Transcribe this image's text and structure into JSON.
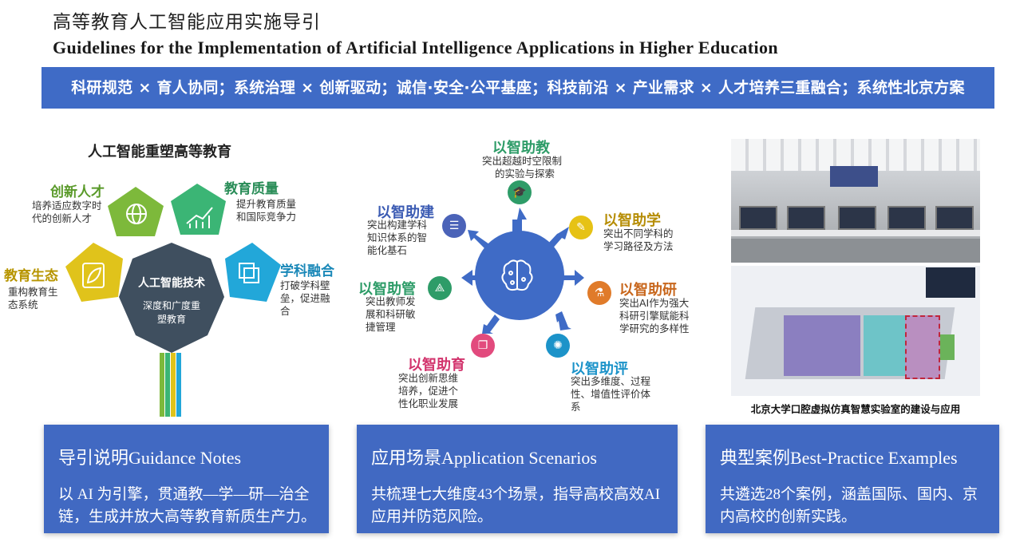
{
  "header": {
    "title_cn": "高等教育人工智能应用实施导引",
    "title_en": "Guidelines for the Implementation of Artificial Intelligence Applications in Higher Education",
    "banner": "科研规范 × 育人协同；系统治理 × 创新驱动；诚信·安全·公平基座；科技前沿 × 产业需求 × 人才培养三重融合；系统性北京方案"
  },
  "left": {
    "title": "人工智能重塑高等教育",
    "center": {
      "label": "人工智能技术",
      "desc1": "深度和广度重",
      "desc2": "塑教育"
    },
    "items": [
      {
        "label": "创新人才",
        "desc1": "培养适应数字时",
        "desc2": "代的创新人才",
        "color": "#7db93b",
        "icon": "globe-icon"
      },
      {
        "label": "教育质量",
        "desc1": "提升教育质量",
        "desc2": "和国际竞争力",
        "color": "#3bb575",
        "icon": "growth-chart-icon"
      },
      {
        "label": "教育生态",
        "desc1": "重构教育生",
        "desc2": "态系统",
        "color": "#e0c31b",
        "icon": "leaf-icon"
      },
      {
        "label": "学科融合",
        "desc1": "打破学科壁",
        "desc2": "垒，促进融",
        "desc3": "合",
        "color": "#22a7d9",
        "icon": "layers-icon"
      }
    ]
  },
  "middle": {
    "items": [
      {
        "label": "以智助教",
        "desc1": "突出超越时空限制",
        "desc2": "的实验与探索",
        "color": "#2e9c68"
      },
      {
        "label": "以智助学",
        "desc1": "突出不同学科的",
        "desc2": "学习路径及方法",
        "color": "#b68d05"
      },
      {
        "label": "以智助研",
        "desc1": "突出AI作为强大",
        "desc2": "科研引擎赋能科",
        "desc3": "学研究的多样性",
        "color": "#c8671d"
      },
      {
        "label": "以智助评",
        "desc1": "突出多维度、过程",
        "desc2": "性、增值性评价体",
        "desc3": "系",
        "color": "#1c93c9"
      },
      {
        "label": "以智助育",
        "desc1": "突出创新思维",
        "desc2": "培养，促进个",
        "desc3": "性化职业发展",
        "color": "#d2336c"
      },
      {
        "label": "以智助管",
        "desc1": "突出教师发",
        "desc2": "展和科研敏",
        "desc3": "捷管理",
        "color": "#2e9c68"
      },
      {
        "label": "以智助建",
        "desc1": "突出构建学科",
        "desc2": "知识体系的智",
        "desc3": "能化基石",
        "color": "#3b5bb3"
      }
    ]
  },
  "right": {
    "caption": "北京大学口腔虚拟仿真智慧实验室的建设与应用"
  },
  "panels": [
    {
      "heading": "导引说明Guidance Notes",
      "body": "以 AI 为引擎，贯通教—学—研—治全链，生成并放大高等教育新质生产力。"
    },
    {
      "heading": "应用场景Application Scenarios",
      "body": "共梳理七大维度43个场景，指导高校高效AI应用并防范风险。"
    },
    {
      "heading": "典型案例Best-Practice Examples",
      "body": "共遴选28个案例，涵盖国际、国内、京内高校的创新实践。"
    }
  ]
}
